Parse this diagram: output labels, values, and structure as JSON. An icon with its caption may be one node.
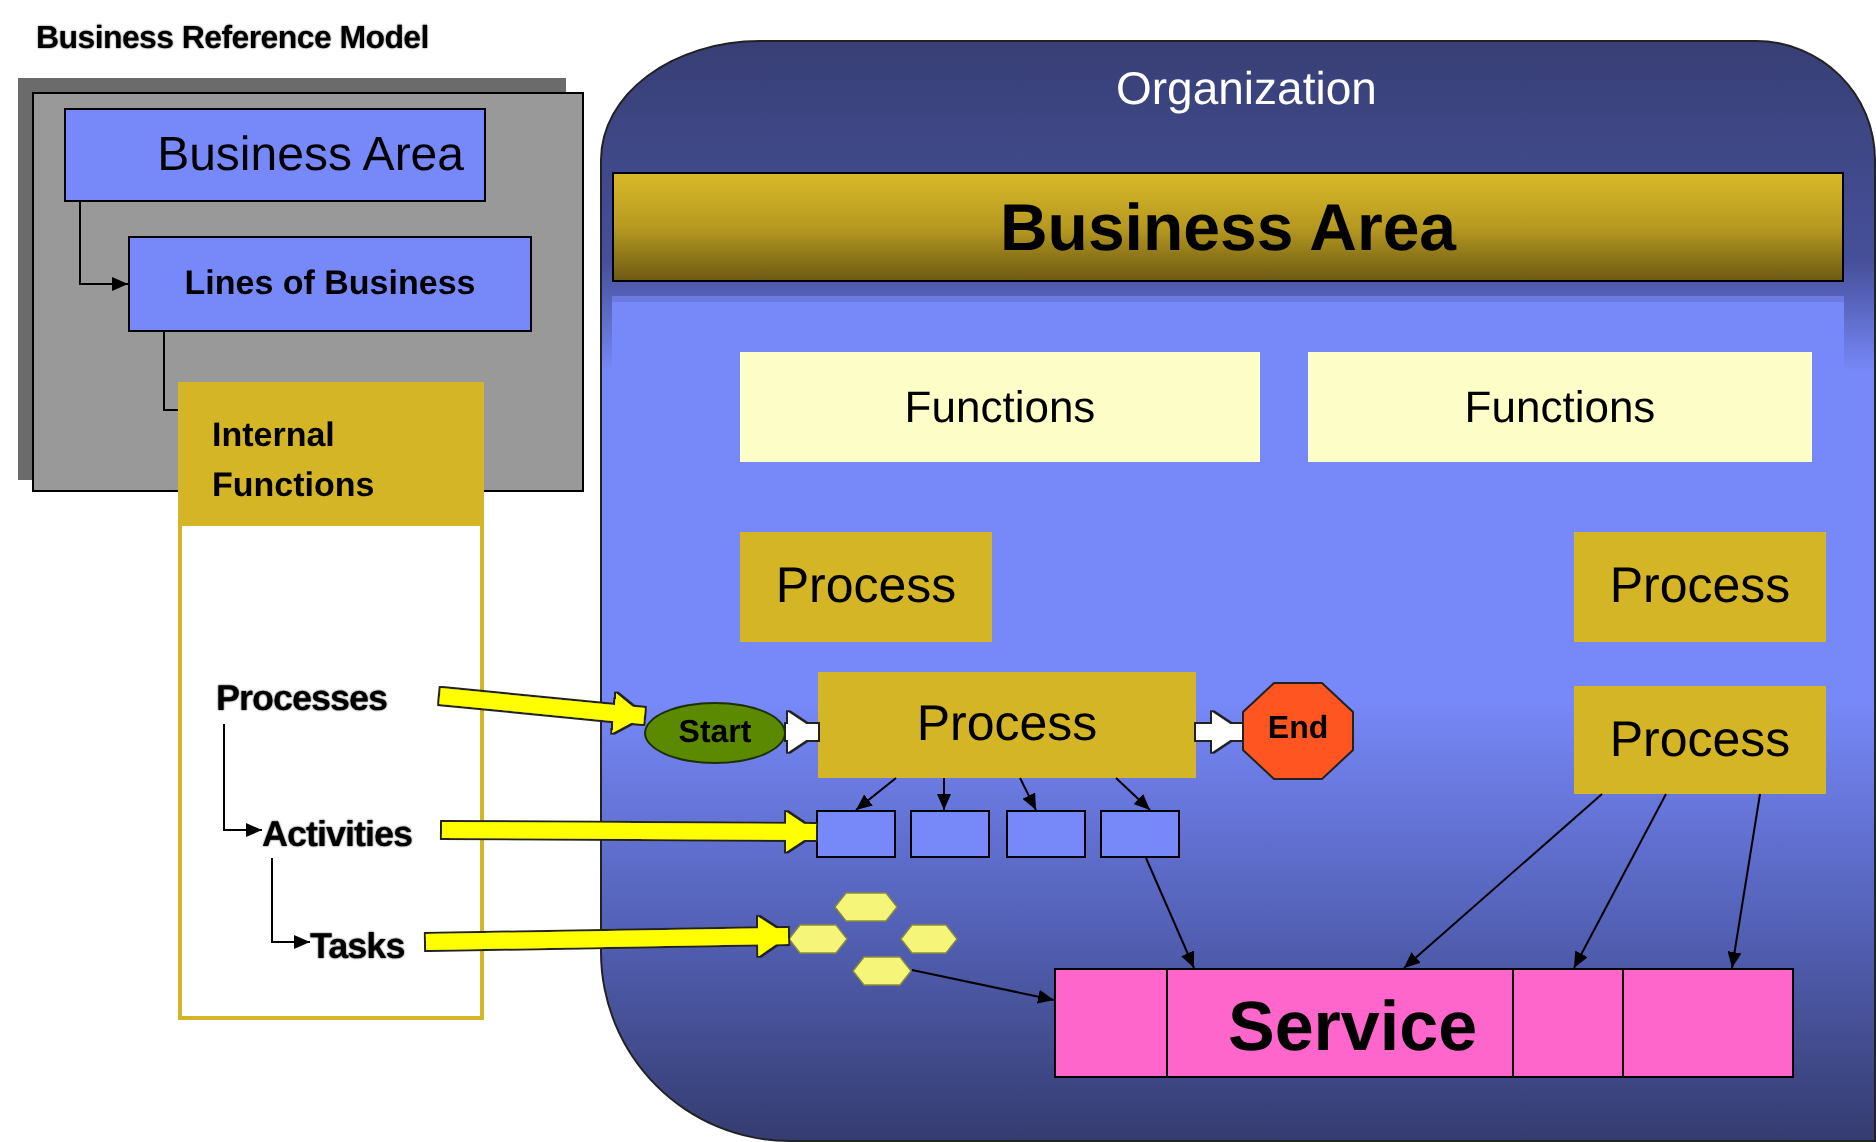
{
  "diagram": {
    "nodes": [
      {
        "text": [
          "Business Reference Model"
        ]
      },
      {
        "text": [
          "Business Area"
        ],
        "in": 0
      },
      {
        "text": [
          "Lines of Business"
        ],
        "in": 0
      },
      {
        "text": [
          "Internal Functions"
        ]
      },
      {
        "text": [
          "Processes"
        ],
        "in": 3
      },
      {
        "text": [
          "Activities"
        ],
        "in": 3
      },
      {
        "text": [
          "Tasks"
        ],
        "in": 3
      },
      {
        "text": [
          "Organization"
        ]
      },
      {
        "text": [
          "Business Area"
        ],
        "in": 7
      },
      {
        "text": [],
        "shape": "box",
        "in": 7
      },
      {
        "text": [
          "Functions"
        ],
        "in": 9
      },
      {
        "text": [
          "Functions"
        ],
        "in": 9
      },
      {
        "text": [
          "Process"
        ],
        "in": 7
      },
      {
        "text": [
          "Process"
        ],
        "in": 7
      },
      {
        "text": [
          "Start"
        ],
        "in": 7
      },
      {
        "text": [
          "Process"
        ],
        "in": 7
      },
      {
        "text": [
          "End"
        ],
        "in": 7
      },
      {
        "text": [
          "Process"
        ],
        "in": 7
      },
      {
        "text": [],
        "shape": "box",
        "in": 7
      },
      {
        "text": [],
        "shape": "box",
        "in": 7
      },
      {
        "text": [],
        "shape": "box",
        "in": 7
      },
      {
        "text": [],
        "shape": "box",
        "in": 7
      },
      {
        "text": [],
        "shape": "octagon",
        "in": 7
      },
      {
        "text": [],
        "shape": "octagon",
        "in": 7
      },
      {
        "text": [],
        "shape": "octagon",
        "in": 7
      },
      {
        "text": [],
        "shape": "octagon",
        "in": 7
      },
      {
        "text": [
          "Service"
        ],
        "in": 7
      }
    ],
    "edges": [
      {
        "from": 1,
        "to": 2,
        "arrow": "to"
      },
      {
        "from": 2,
        "to": 3,
        "arrow": "none"
      },
      {
        "from": 4,
        "to": 5,
        "arrow": "to"
      },
      {
        "from": 5,
        "to": 6,
        "arrow": "to"
      },
      {
        "from": 4,
        "to": 14,
        "arrow": "to",
        "style": "thick",
        "color": "#ffff00"
      },
      {
        "from": 5,
        "to": 18,
        "arrow": "to",
        "style": "thick",
        "color": "#ffff00"
      },
      {
        "from": 6,
        "to": 22,
        "arrow": "to",
        "style": "thick",
        "color": "#ffff00"
      },
      {
        "from": 14,
        "to": 15,
        "arrow": "to",
        "style": "thick",
        "color": "#ffffff"
      },
      {
        "from": 15,
        "to": 16,
        "arrow": "to",
        "style": "thick",
        "color": "#ffffff"
      },
      {
        "from": 15,
        "to": 18,
        "arrow": "to"
      },
      {
        "from": 15,
        "to": 19,
        "arrow": "to"
      },
      {
        "from": 15,
        "to": 20,
        "arrow": "to"
      },
      {
        "from": 15,
        "to": 21,
        "arrow": "to"
      },
      {
        "from": 21,
        "to": 26,
        "arrow": "to"
      },
      {
        "from": 24,
        "to": 26,
        "arrow": "to"
      },
      {
        "from": 17,
        "to": 26,
        "arrow": "to"
      },
      {
        "from": 17,
        "to": 26,
        "arrow": "to"
      },
      {
        "from": 17,
        "to": 26,
        "arrow": "to"
      }
    ]
  }
}
